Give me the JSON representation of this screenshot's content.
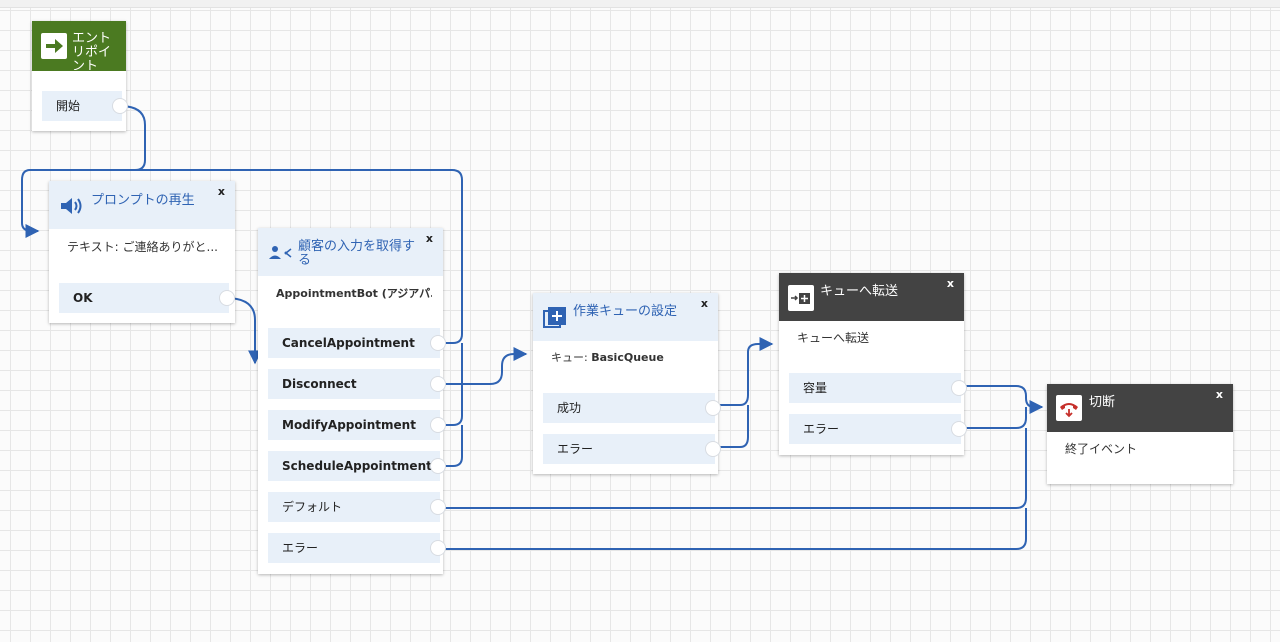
{
  "colors": {
    "wire": "#2f63b3",
    "header_light": "#e8f0f9",
    "header_dark": "#434343",
    "header_green": "#4b7a21",
    "title_blue": "#2f63b3",
    "disconnect_red": "#c6302b"
  },
  "close_label": "x",
  "entry": {
    "icon": "arrow-right-icon",
    "title": "エントリポイント",
    "start_label": "開始"
  },
  "prompt": {
    "icon": "speaker-icon",
    "title": "プロンプトの再生",
    "text": "テキスト: ご連絡ありがと...",
    "branches": [
      "OK"
    ]
  },
  "get_input": {
    "icon": "people-branch-icon",
    "title": "顧客の入力を取得する",
    "bot": "AppointmentBot (アジアパ...",
    "branches": [
      "CancelAppointment",
      "Disconnect",
      "ModifyAppointment",
      "ScheduleAppointment",
      "デフォルト",
      "エラー"
    ]
  },
  "set_queue": {
    "icon": "queue-plus-icon",
    "title": "作業キューの設定",
    "queue_label": "キュー: ",
    "queue_value": "BasicQueue",
    "branches": [
      "成功",
      "エラー"
    ]
  },
  "transfer": {
    "icon": "transfer-queue-icon",
    "title": "キューへ転送",
    "text": "キューへ転送",
    "branches": [
      "容量",
      "エラー"
    ]
  },
  "disconnect": {
    "icon": "phone-hangup-icon",
    "title": "切断",
    "text": "終了イベント"
  }
}
